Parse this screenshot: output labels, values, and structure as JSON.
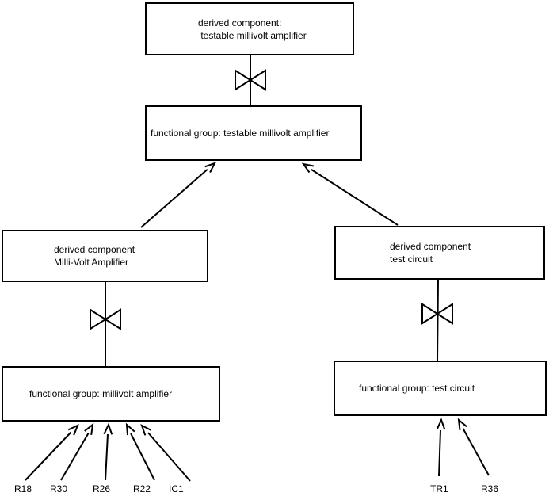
{
  "colors": {
    "background": "#ffffff",
    "line": "#000000",
    "text": "#000000"
  },
  "nodes": {
    "top_derived": {
      "lines": [
        "derived component:",
        " testable millivolt amplifier"
      ]
    },
    "top_functional": {
      "lines": [
        "functional group: testable millivolt amplifier"
      ]
    },
    "left_derived": {
      "lines": [
        "derived component",
        "Milli-Volt Amplifier"
      ]
    },
    "left_functional": {
      "lines": [
        "functional group: millivolt amplifier"
      ]
    },
    "right_derived": {
      "lines": [
        "derived component",
        "test circuit"
      ]
    },
    "right_functional": {
      "lines": [
        "functional group: test circuit"
      ]
    }
  },
  "leaves": {
    "left": [
      "R18",
      "R30",
      "R26",
      "R22",
      "IC1"
    ],
    "right": [
      "TR1",
      "R36"
    ]
  }
}
